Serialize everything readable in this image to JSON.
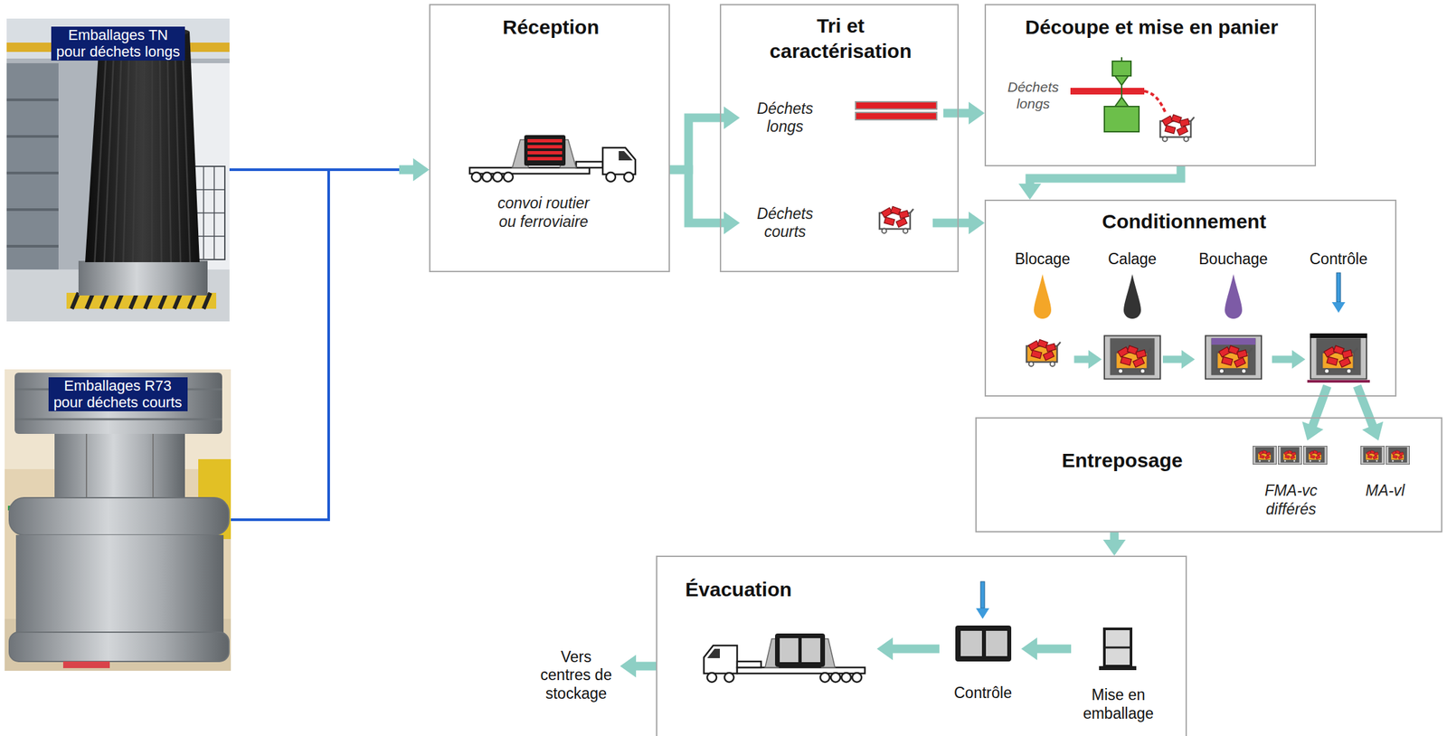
{
  "diagram": {
    "nodes": [
      {
        "text": [
          "Emballages TN pour déchets longs"
        ]
      },
      {
        "text": [
          "Emballages R73 pour déchets courts"
        ]
      },
      {
        "text": [
          "Réception",
          "convoi routier ou ferroviaire"
        ]
      },
      {
        "text": [
          "Tri et caractérisation"
        ]
      },
      {
        "text": [
          "Déchets longs"
        ],
        "in": 3
      },
      {
        "text": [
          "Déchets courts"
        ],
        "in": 3
      },
      {
        "text": [
          "Découpe et mise en panier",
          "Déchets longs"
        ]
      },
      {
        "text": [
          "Conditionnement"
        ]
      },
      {
        "text": [
          "Blocage"
        ],
        "in": 7
      },
      {
        "text": [
          "Calage"
        ],
        "in": 7
      },
      {
        "text": [
          "Bouchage"
        ],
        "in": 7
      },
      {
        "text": [
          "Contrôle"
        ],
        "in": 7
      },
      {
        "text": [
          "Entreposage"
        ]
      },
      {
        "text": [
          "FMA-vc différés"
        ],
        "in": 12
      },
      {
        "text": [
          "MA-vl"
        ],
        "in": 12
      },
      {
        "text": [
          "Évacuation"
        ]
      },
      {
        "text": [
          "Contrôle"
        ],
        "in": 15
      },
      {
        "text": [
          "Mise en emballage"
        ],
        "in": 15
      },
      {
        "text": [
          "Vers centres de stockage"
        ]
      }
    ],
    "edges": [
      {
        "from": 0,
        "to": 2,
        "arrow": "to"
      },
      {
        "from": 1,
        "to": 2,
        "arrow": "to"
      },
      {
        "from": 2,
        "to": 4,
        "arrow": "to"
      },
      {
        "from": 2,
        "to": 5,
        "arrow": "to"
      },
      {
        "from": 4,
        "to": 6,
        "arrow": "to"
      },
      {
        "from": 5,
        "to": 7,
        "arrow": "to"
      },
      {
        "from": 6,
        "to": 7,
        "arrow": "to"
      },
      {
        "from": 8,
        "to": 9,
        "arrow": "to"
      },
      {
        "from": 9,
        "to": 10,
        "arrow": "to"
      },
      {
        "from": 10,
        "to": 11,
        "arrow": "to"
      },
      {
        "from": 11,
        "to": 13,
        "arrow": "to"
      },
      {
        "from": 11,
        "to": 14,
        "arrow": "to"
      },
      {
        "from": 12,
        "to": 15,
        "arrow": "to"
      },
      {
        "from": 17,
        "to": 16,
        "arrow": "to"
      },
      {
        "from": 15,
        "to": 18,
        "arrow": "to"
      }
    ]
  }
}
